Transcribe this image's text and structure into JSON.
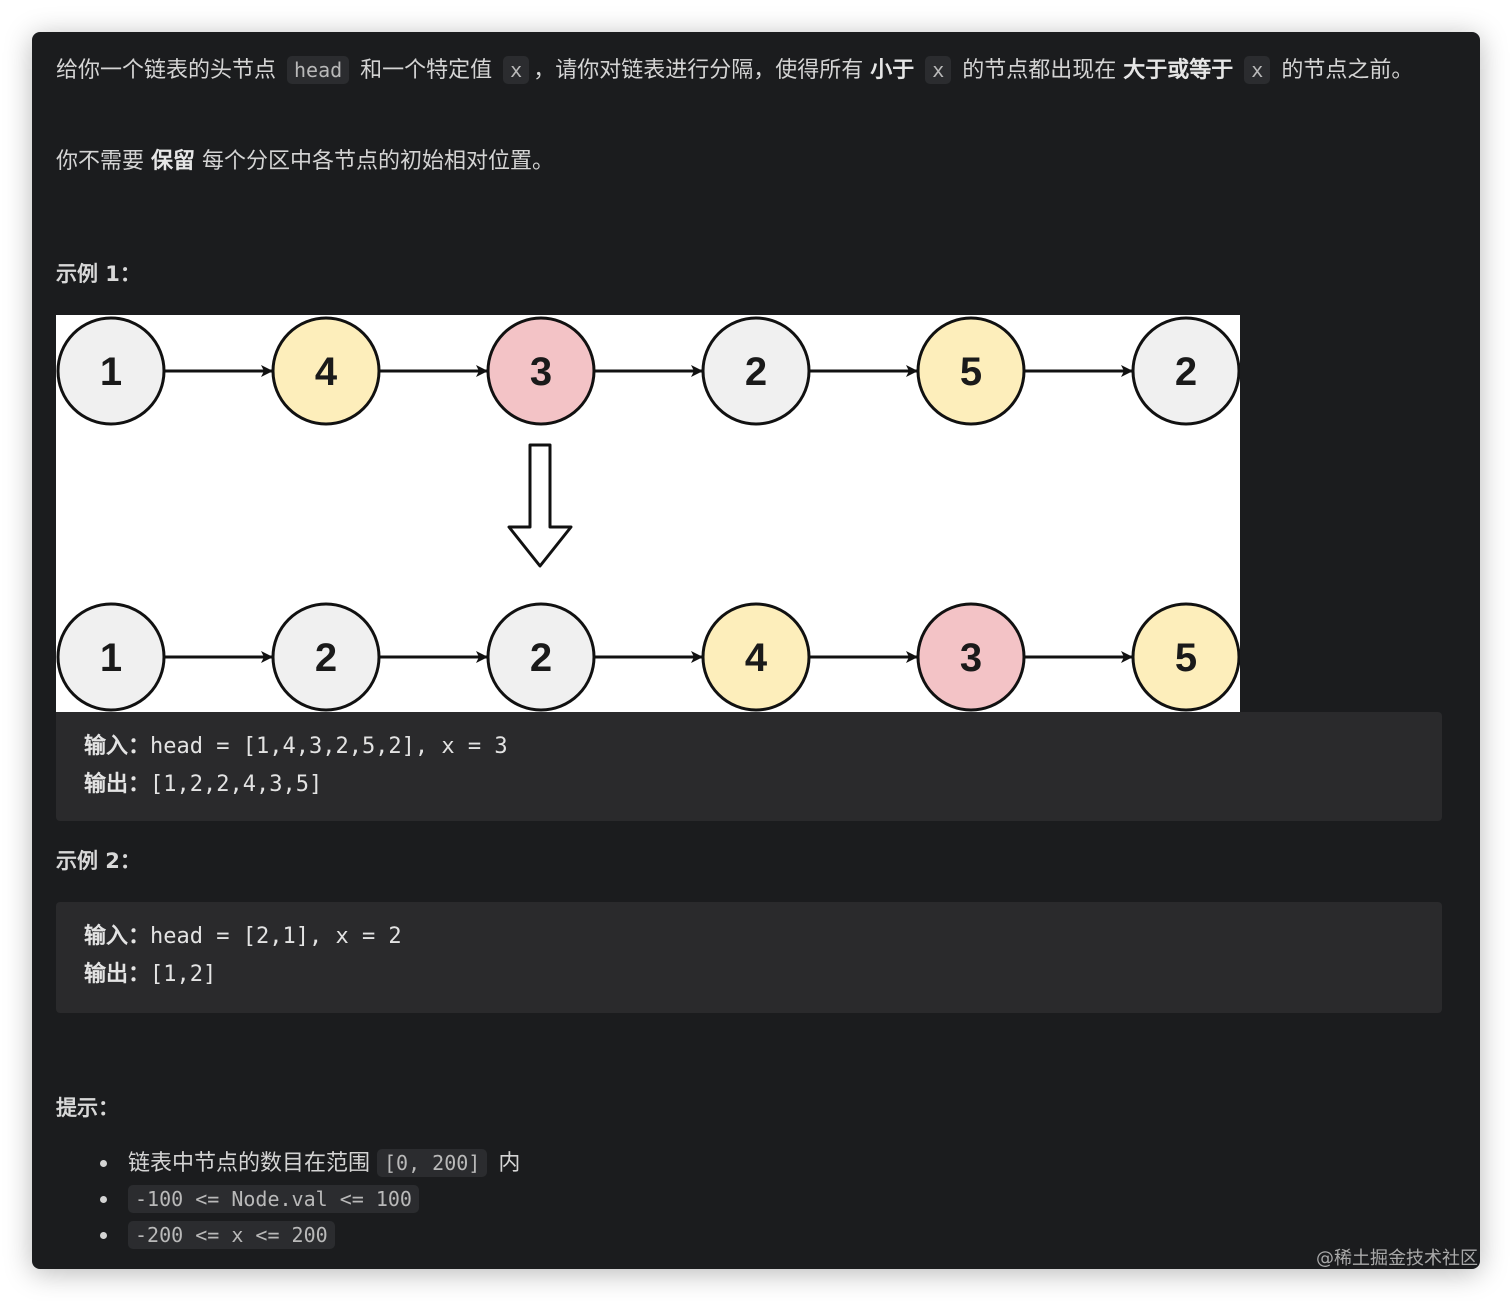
{
  "intro": {
    "t1": "给你一个链表的头节点 ",
    "c1": "head",
    "t2": " 和一个特定值 ",
    "c2": "x",
    "t3": "，请你对链表进行分隔，使得所有 ",
    "b1": "小于",
    "c3": "x",
    "t4": " 的节点都出现在 ",
    "b2": "大于或等于",
    "c4": "x",
    "t5": " 的节点之前。"
  },
  "keep": {
    "t1": "你不需要 ",
    "b1": "保留",
    "t2": " 每个分区中各节点的初始相对位置。"
  },
  "example1": {
    "heading": "示例 1：",
    "input_label": "输入：",
    "input_value": "head = [1,4,3,2,5,2], x = 3",
    "output_label": "输出：",
    "output_value": "[1,2,2,4,3,5]",
    "diagram": {
      "before": [
        1,
        4,
        3,
        2,
        5,
        2
      ],
      "after": [
        1,
        2,
        2,
        4,
        3,
        5
      ],
      "less_color": "#f0f0f0",
      "pivot_color": "#f3c3c6",
      "greater_color": "#fdeebb"
    }
  },
  "example2": {
    "heading": "示例 2：",
    "input_label": "输入：",
    "input_value": "head = [2,1], x = 2",
    "output_label": "输出：",
    "output_value": "[1,2]"
  },
  "hints": {
    "heading": "提示：",
    "items": [
      {
        "pre": "链表中节点的数目在范围 ",
        "code": "[0, 200]",
        "post": " 内"
      },
      {
        "pre": "",
        "code": "-100 <= Node.val <= 100",
        "post": ""
      },
      {
        "pre": "",
        "code": "-200 <= x <= 200",
        "post": ""
      }
    ]
  },
  "watermark": "@稀土掘金技术社区"
}
